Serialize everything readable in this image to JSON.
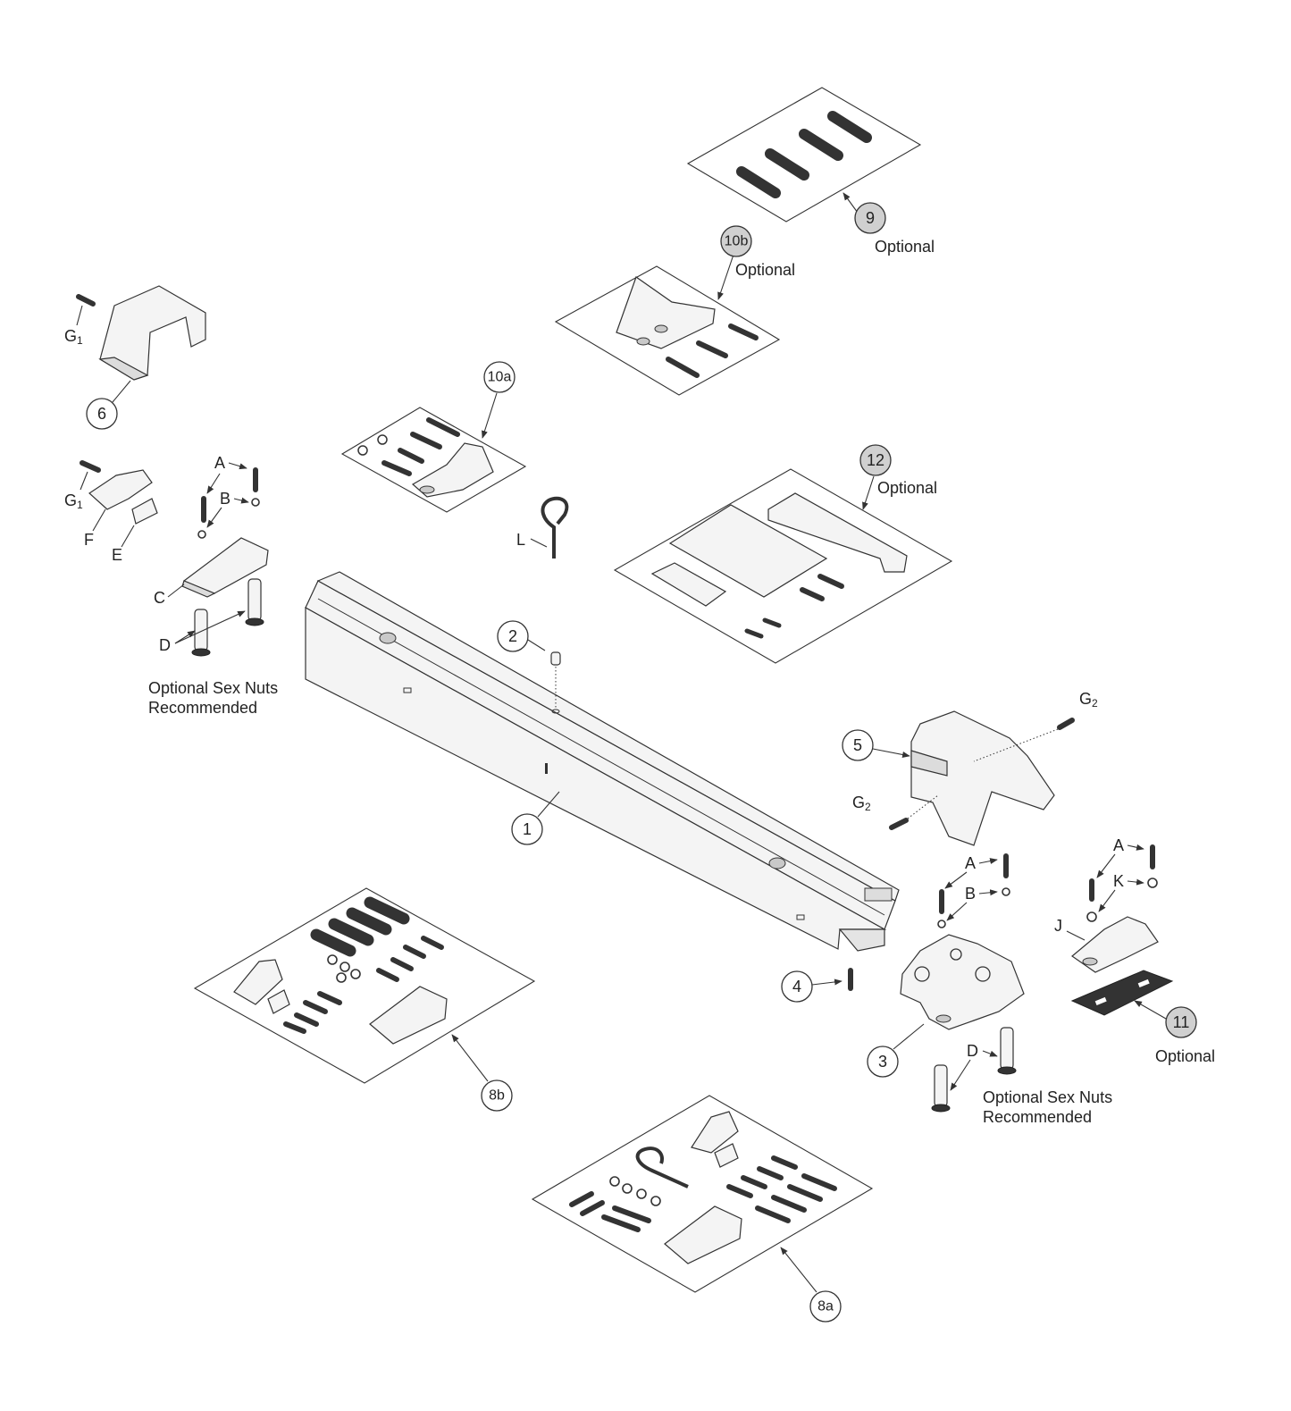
{
  "callouts": {
    "c1": "1",
    "c2": "2",
    "c3": "3",
    "c4": "4",
    "c5": "5",
    "c6": "6",
    "c8a": "8a",
    "c8b": "8b",
    "c9": "9",
    "c10a": "10a",
    "c10b": "10b",
    "c11": "11",
    "c12": "12"
  },
  "notes": {
    "optional": "Optional",
    "sex_nuts_line1": "Optional Sex Nuts",
    "sex_nuts_line2": "Recommended"
  },
  "letters": {
    "A": "A",
    "B": "B",
    "C": "C",
    "D": "D",
    "E": "E",
    "F": "F",
    "G": "G",
    "sub1": "1",
    "sub2": "2",
    "J": "J",
    "K": "K",
    "L": "L"
  }
}
